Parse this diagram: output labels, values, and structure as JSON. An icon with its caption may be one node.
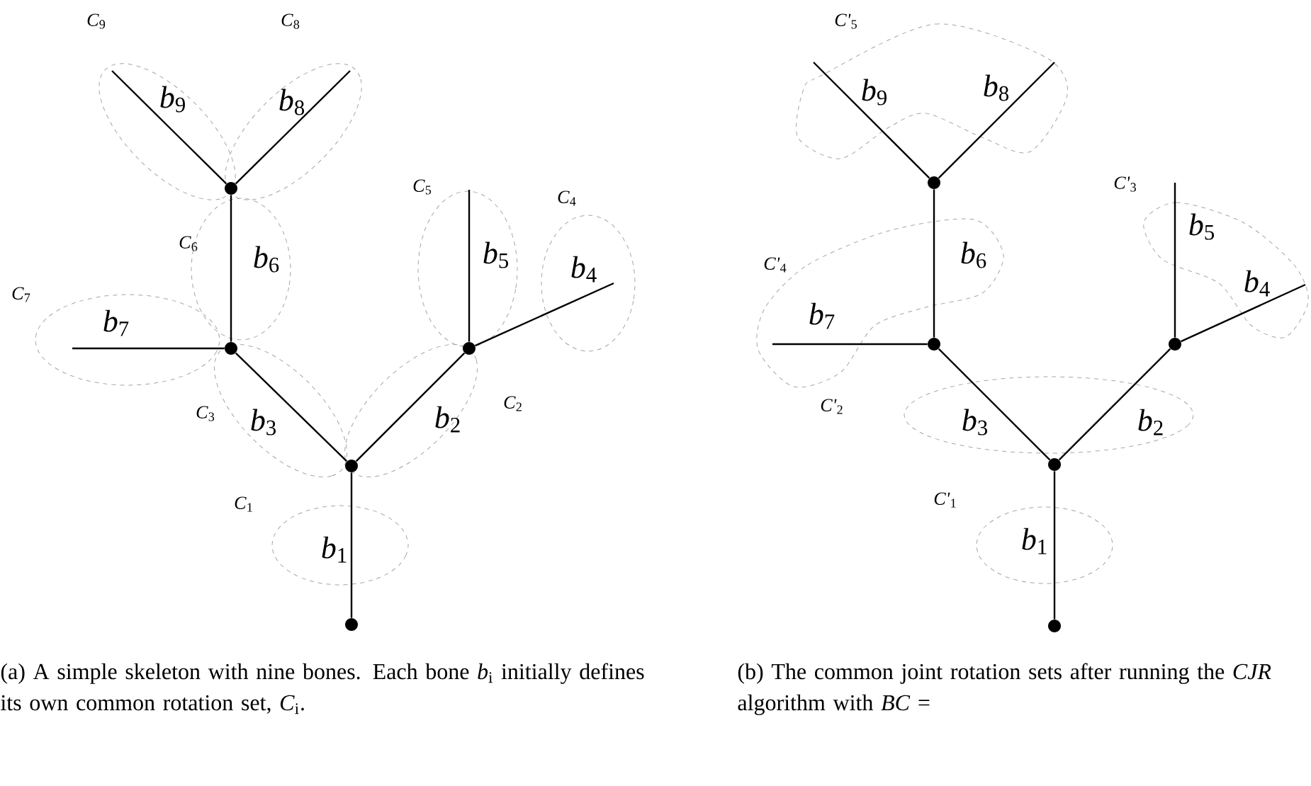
{
  "diagram": {
    "nodes": [
      {
        "text": [],
        "shape": "circle"
      },
      {
        "text": [],
        "shape": "circle"
      },
      {
        "text": [],
        "shape": "circle"
      },
      {
        "text": [],
        "shape": "circle"
      },
      {
        "text": [],
        "shape": "circle"
      },
      {
        "text": [],
        "shape": "circle"
      },
      {
        "text": [],
        "shape": "circle"
      },
      {
        "text": [],
        "shape": "circle"
      },
      {
        "text": [],
        "shape": "circle"
      },
      {
        "text": [],
        "shape": "circle"
      }
    ],
    "edges": [
      {
        "from": 0,
        "to": 1,
        "arrow": "none",
        "label": "*b*$_{1}$"
      },
      {
        "from": 1,
        "to": 3,
        "arrow": "none",
        "label": "*b*$_{2}$"
      },
      {
        "from": 1,
        "to": 2,
        "arrow": "none",
        "label": "*b*$_{3}$"
      },
      {
        "from": 3,
        "to": null,
        "arrow": "none",
        "label": "*b*$_{4}$"
      },
      {
        "from": 3,
        "to": null,
        "arrow": "none",
        "label": "*b*$_{5}$"
      },
      {
        "from": 2,
        "to": 4,
        "arrow": "none",
        "label": "*b*$_{6}$"
      },
      {
        "from": 2,
        "to": null,
        "arrow": "none",
        "label": "*b*$_{7}$"
      },
      {
        "from": 4,
        "to": null,
        "arrow": "none",
        "label": "*b*$_{8}$"
      },
      {
        "from": 4,
        "to": null,
        "arrow": "none",
        "label": "*b*$_{9}$"
      },
      {
        "from": 5,
        "to": 6,
        "arrow": "none",
        "label": "*b*$_{1}$"
      },
      {
        "from": 6,
        "to": 8,
        "arrow": "none",
        "label": "*b*$_{2}$"
      },
      {
        "from": 6,
        "to": 7,
        "arrow": "none",
        "label": "*b*$_{3}$"
      },
      {
        "from": 8,
        "to": null,
        "arrow": "none",
        "label": "*b*$_{4}$"
      },
      {
        "from": 8,
        "to": null,
        "arrow": "none",
        "label": "*b*$_{5}$"
      },
      {
        "from": 7,
        "to": 9,
        "arrow": "none",
        "label": "*b*$_{6}$"
      },
      {
        "from": 7,
        "to": null,
        "arrow": "none",
        "label": "*b*$_{7}$"
      },
      {
        "from": 9,
        "to": null,
        "arrow": "none",
        "label": "*b*$_{8}$"
      },
      {
        "from": 9,
        "to": null,
        "arrow": "none",
        "label": "*b*$_{9}$"
      }
    ],
    "labels": [
      "*C*$_{9}$",
      "*C*$_{8}$",
      "*C*$_{6}$",
      "*C*$_{5}$",
      "*C*$_{4}$",
      "*C*$_{7}$",
      "*C*$_{3}$",
      "*C*$_{2}$",
      "*C*$_{1}$",
      "*C'*$_{5}$",
      "*C'*$_{3}$",
      "*C'*$_{4}$",
      "*C'*$_{2}$",
      "*C'*$_{1}$",
      "(a) A simple skeleton with nine bones. Each bone *b*$_{i}$ initially defines its own common rotation set, *C*$_{i}$.",
      "(b) The common joint rotation sets after running the *CJR* algorithm with *BC* ="
    ]
  }
}
